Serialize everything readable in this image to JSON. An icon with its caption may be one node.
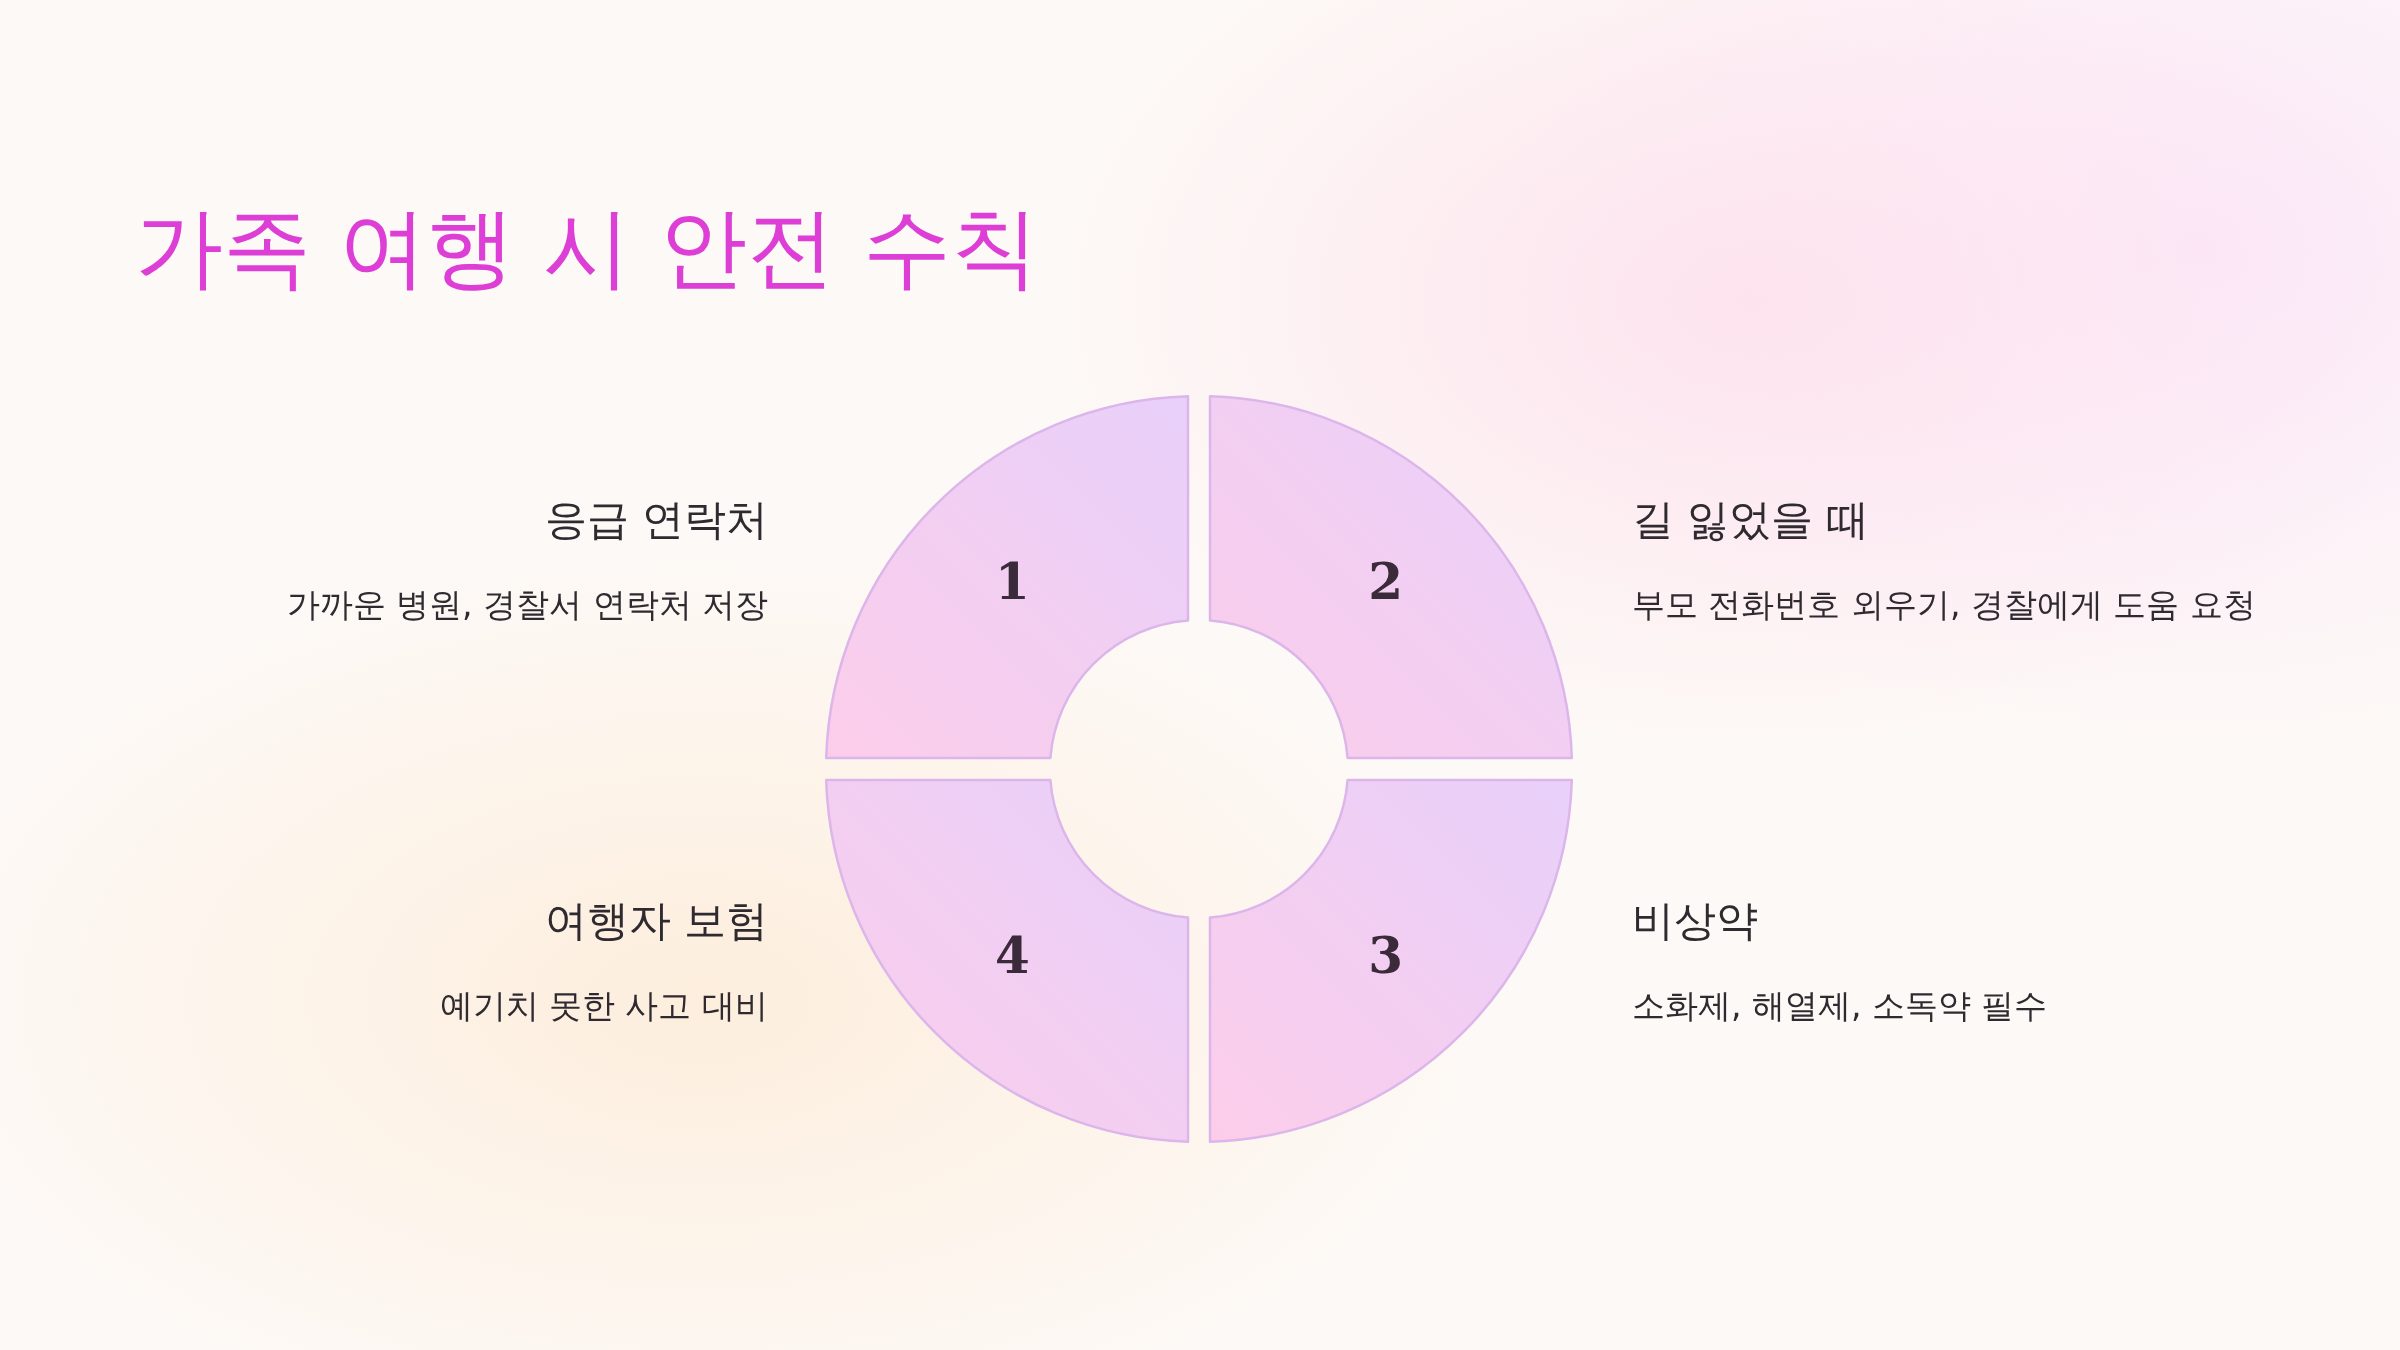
{
  "diagram": {
    "title": "가족 여행 시 안전 수칙",
    "nodes": [
      {
        "text": [
          "1"
        ],
        "beside": [
          "응급 연락처",
          "가까운 병원, 경찰서 연락처 저장"
        ]
      },
      {
        "text": [
          "2"
        ],
        "beside": [
          "길 잃었을 때",
          "부모 전화번호 외우기, 경찰에게 도움 요청"
        ]
      },
      {
        "text": [
          "4"
        ],
        "beside": [
          "여행자 보험",
          "예기치 못한 사고 대비"
        ]
      },
      {
        "text": [
          "3"
        ],
        "beside": [
          "비상약",
          "소화제, 해열제, 소독약 필수"
        ]
      }
    ],
    "edges": []
  }
}
